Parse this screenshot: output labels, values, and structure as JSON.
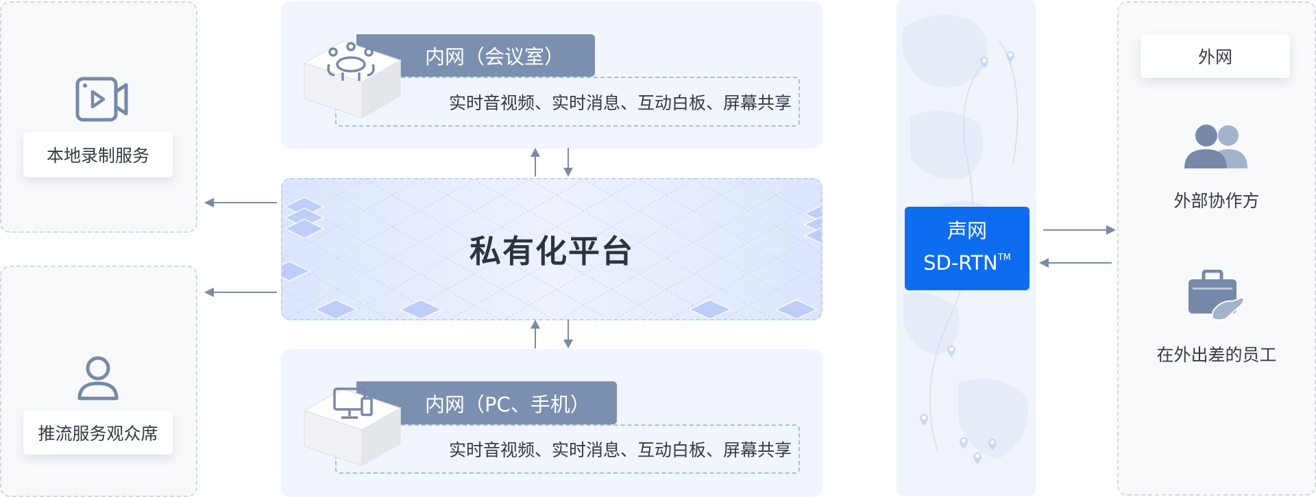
{
  "left_panels": {
    "recording": {
      "label": "本地录制服务",
      "icon": "video-icon"
    },
    "audience": {
      "label": "推流服务观众席",
      "icon": "user-icon"
    }
  },
  "intranet_meeting": {
    "tag": "内网（会议室）",
    "features": "实时音视频、实时消息、互动白板、屏幕共享",
    "icon": "meeting-room-icon"
  },
  "platform": {
    "title": "私有化平台"
  },
  "intranet_devices": {
    "tag": "内网（PC、手机）",
    "features": "实时音视频、实时消息、互动白板、屏幕共享",
    "icon": "pc-phone-icon"
  },
  "rtn": {
    "line1": "声网",
    "line2": "SD-RTN",
    "trademark": "TM"
  },
  "external": {
    "title": "外网",
    "collaborators": {
      "label": "外部协作方",
      "icon": "group-icon"
    },
    "traveling_staff": {
      "label": "在外出差的员工",
      "icon": "briefcase-hand-icon"
    }
  },
  "colors": {
    "rtn_blue": "#0e6cf1",
    "tag_slate": "#7b8fb0",
    "icon_slate": "#7689a8",
    "arrow": "#7a8aa3"
  }
}
